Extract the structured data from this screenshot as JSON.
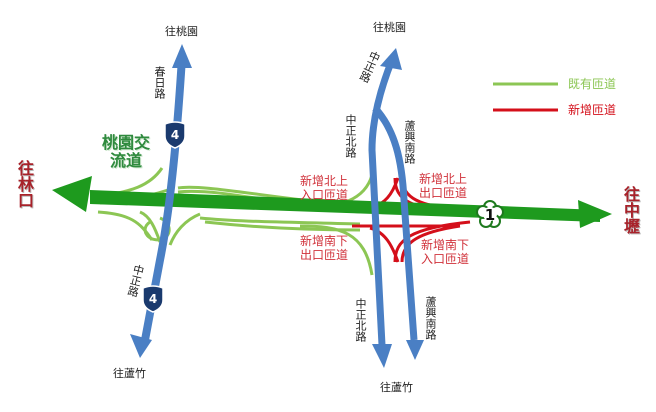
{
  "map": {
    "type": "interchange-diagram",
    "interchange_name": "桃園交流道",
    "legend": [
      {
        "label": "既有匝道",
        "color": "#8cc654"
      },
      {
        "label": "新增匝道",
        "color": "#d40f1a"
      }
    ],
    "directions": {
      "north_left": "往桃園",
      "north_right": "往桃園",
      "south_left": "往蘆竹",
      "south_right": "往蘆竹",
      "west": "往林口",
      "east": "往中壢"
    },
    "roads": {
      "chunri_rd": "春日路",
      "zhongzheng_rd_south": "中正路",
      "zhongzheng_rd_top": "中正路",
      "zhongzheng_n_rd_upper": "中正北路",
      "zhongzheng_n_rd_lower": "中正北路",
      "luxing_s_rd_upper": "蘆興南路",
      "luxing_s_rd_lower": "蘆興南路"
    },
    "shields": {
      "provincial_4_top": "4",
      "provincial_4_bottom": "4",
      "freeway_1": "1"
    },
    "ramps": {
      "nb_entry": [
        "新增北上",
        "入口匝道"
      ],
      "nb_exit": [
        "新增北上",
        "出口匝道"
      ],
      "sb_exit": [
        "新增南下",
        "出口匝道"
      ],
      "sb_entry": [
        "新增南下",
        "入口匝道"
      ]
    },
    "colors": {
      "freeway": "#1e9a1e",
      "existing_ramp": "#8cc654",
      "new_ramp": "#d40f1a",
      "local_road": "#4a7fc4",
      "shield_provincial": "#1a3a6e",
      "direction_text": "#a8222a",
      "interchange_text": "#2f8a3e"
    }
  }
}
